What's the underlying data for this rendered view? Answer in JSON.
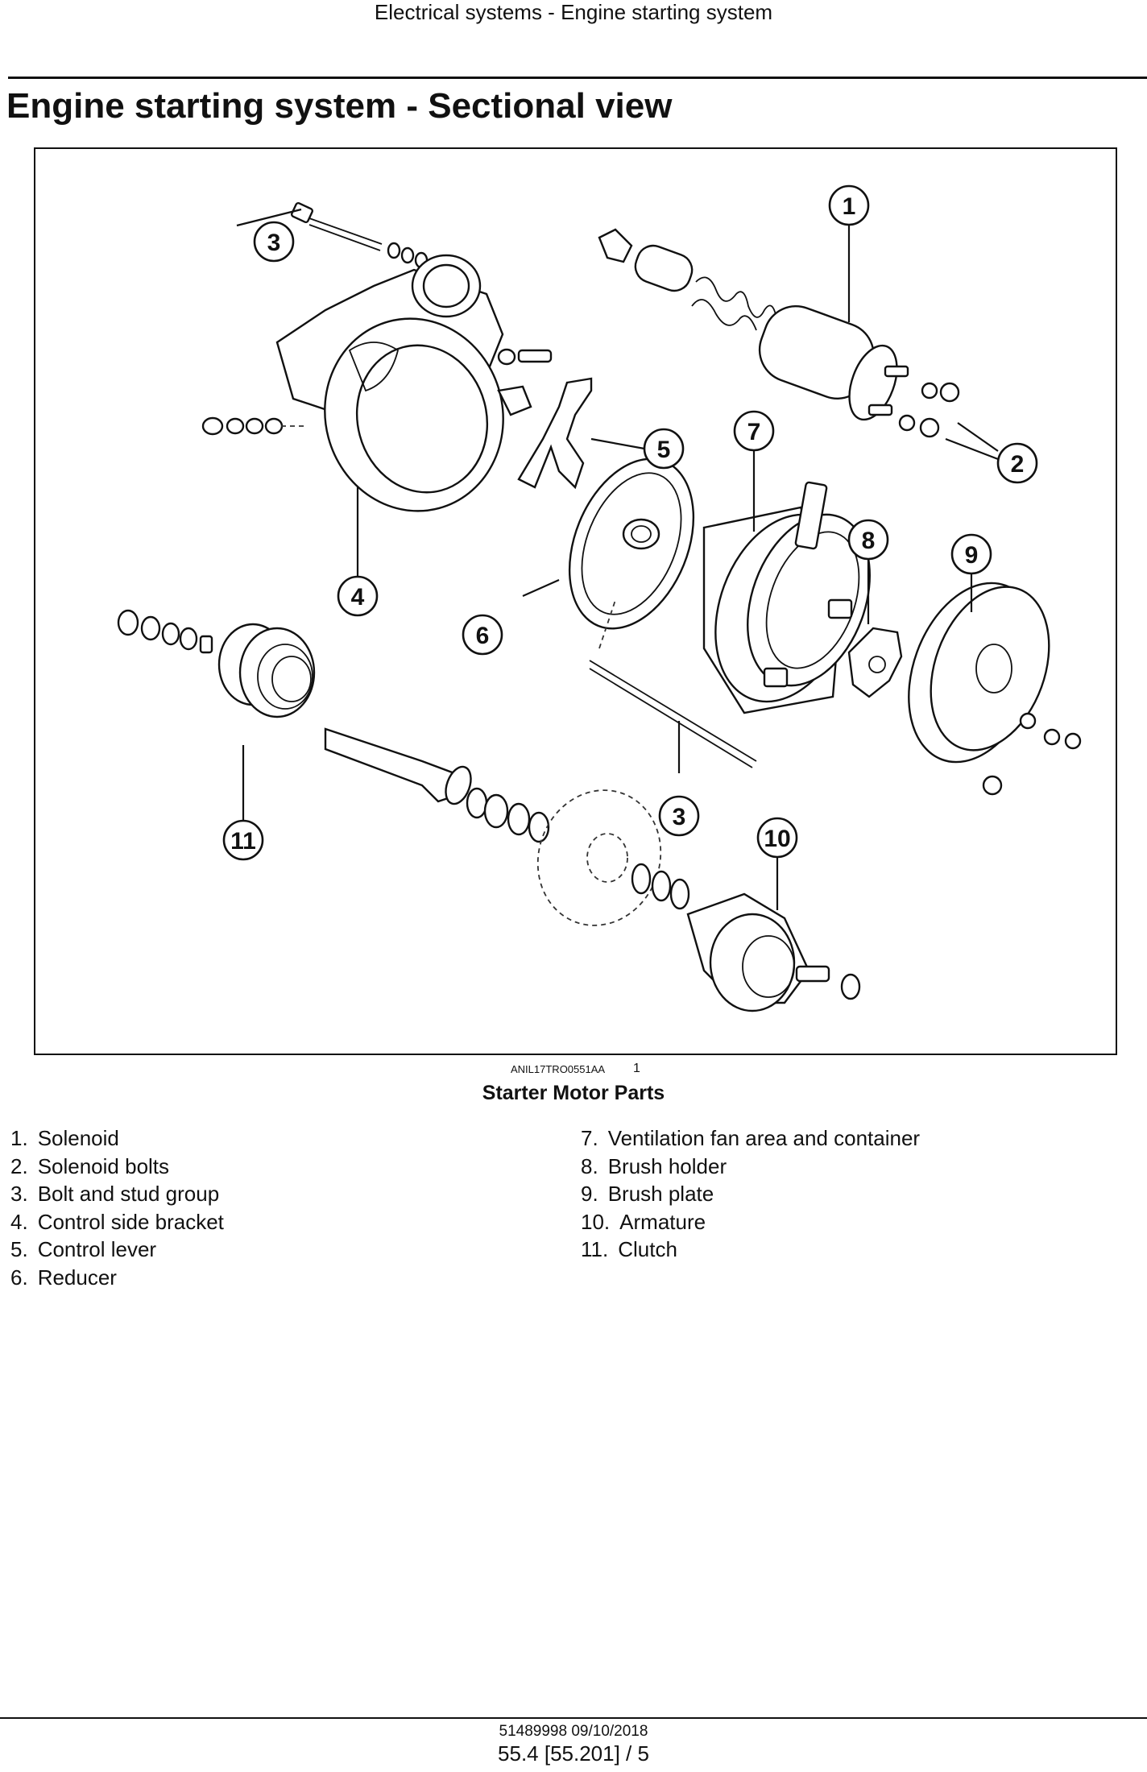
{
  "header": {
    "running_title": "Electrical systems - Engine starting system"
  },
  "page": {
    "title": "Engine starting system - Sectional view"
  },
  "figure": {
    "code": "ANIL17TRO0551AA",
    "number": "1",
    "caption": "Starter Motor Parts",
    "callouts": [
      "1",
      "2",
      "3",
      "4",
      "5",
      "6",
      "7",
      "8",
      "9",
      "10",
      "11"
    ]
  },
  "parts_left": [
    {
      "num": "1.",
      "label": "Solenoid"
    },
    {
      "num": "2.",
      "label": "Solenoid bolts"
    },
    {
      "num": "3.",
      "label": "Bolt and stud group"
    },
    {
      "num": "4.",
      "label": "Control side bracket"
    },
    {
      "num": "5.",
      "label": "Control lever"
    },
    {
      "num": "6.",
      "label": "Reducer"
    }
  ],
  "parts_right": [
    {
      "num": "7.",
      "label": "Ventilation fan area and container"
    },
    {
      "num": "8.",
      "label": "Brush holder"
    },
    {
      "num": "9.",
      "label": "Brush plate"
    },
    {
      "num": "10.",
      "label": "Armature"
    },
    {
      "num": "11.",
      "label": "Clutch"
    }
  ],
  "footer": {
    "doc_id": "51489998 09/10/2018",
    "page_ref": "55.4 [55.201] / 5"
  }
}
